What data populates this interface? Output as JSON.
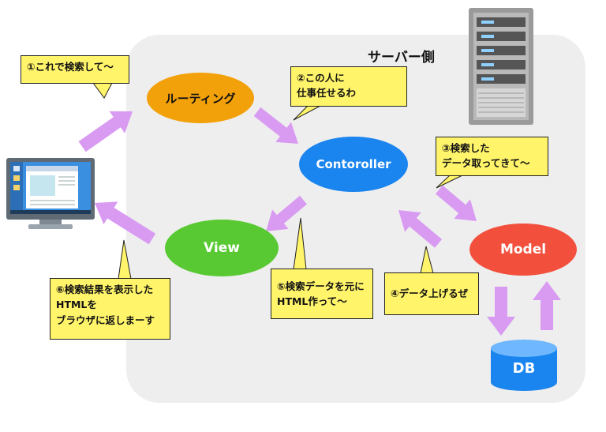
{
  "zone": {
    "title": "サーバー側"
  },
  "nodes": {
    "routing": "ルーティング",
    "controller": "Contoroller",
    "view": "View",
    "model": "Model",
    "db": "DB"
  },
  "callouts": {
    "step1": [
      "①これで検索して〜"
    ],
    "step2": [
      "②この人に",
      "仕事任せるわ"
    ],
    "step3": [
      "③検索した",
      "データ取ってきて〜"
    ],
    "step4": [
      "④データ上げるぜ"
    ],
    "step5": [
      "⑤検索データを元に",
      "HTML作って〜"
    ],
    "step6": [
      "⑥検索結果を表示した",
      "HTMLを",
      "ブラウザに返しまーす"
    ]
  },
  "colors": {
    "zone": "#eeeeee",
    "arrow": "#d99bf2",
    "callout": "#fff46a",
    "routing": "#f3a10a",
    "controller": "#1a84ef",
    "view": "#58c933",
    "model": "#f2503d",
    "db": "#1a84ef"
  }
}
